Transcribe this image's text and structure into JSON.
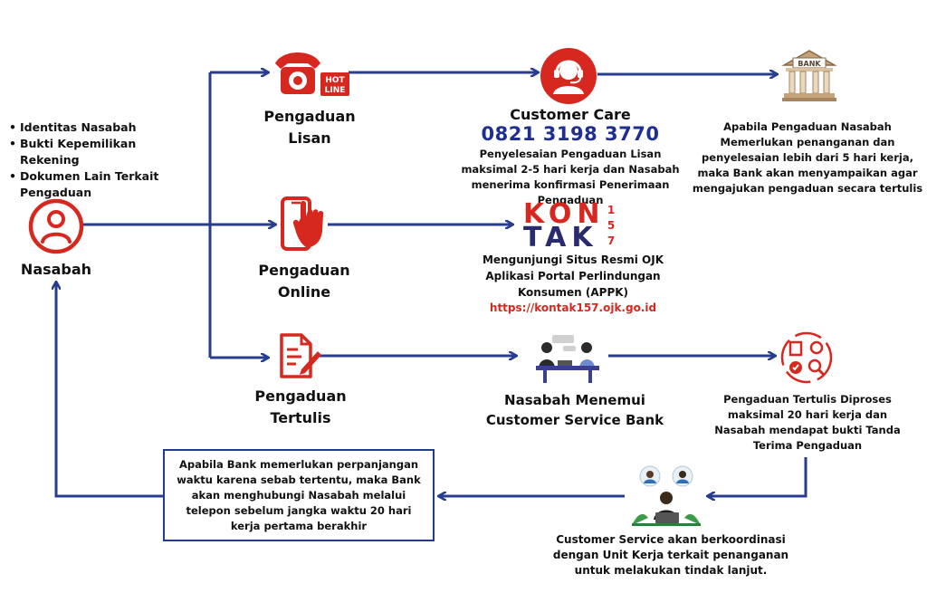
{
  "colors": {
    "arrow": "#283d8f",
    "red": "#d6281f",
    "navy": "#1f2f8f"
  },
  "bullets": [
    "Identitas  Nasabah",
    "Bukti Kepemilikan Rekening",
    "Dokumen Lain Terkait Pengaduan"
  ],
  "nasabah": {
    "label": "Nasabah",
    "icon": "user-icon"
  },
  "lisan": {
    "line1": "Pengaduan",
    "line2": "Lisan",
    "icon": "hotline-phone-icon",
    "badge_line1": "HOT",
    "badge_line2": "LINE"
  },
  "online": {
    "line1": "Pengaduan",
    "line2": "Online",
    "icon": "smartphone-touch-icon"
  },
  "tertulis": {
    "line1": "Pengaduan",
    "line2": "Tertulis",
    "icon": "document-pen-icon"
  },
  "customer_care": {
    "title": "Customer Care",
    "phone": "0821 3198 3770",
    "desc": "Penyelesaian Pengaduan Lisan maksimal 2-5 hari kerja dan Nasabah menerima konfirmasi Penerimaan Pengaduan",
    "icon": "headset-agent-icon"
  },
  "bank": {
    "icon_label": "BANK",
    "desc": "Apabila Pengaduan Nasabah Memerlukan penanganan dan penyelesaian lebih dari 5 hari kerja, maka Bank akan menyampaikan agar mengajukan pengaduan secara tertulis",
    "icon": "bank-building-icon"
  },
  "kontak": {
    "logo_row1": "KON",
    "logo_row2": "TAK",
    "logo_digits": [
      "1",
      "5",
      "7"
    ],
    "desc": "Mengunjungi Situs Resmi OJK Aplikasi Portal Perlindungan Konsumen (APPK)",
    "url": "https://kontak157.ojk.go.id"
  },
  "meet": {
    "line1": "Nasabah Menemui",
    "line2": "Customer Service Bank",
    "icon": "meeting-people-icon"
  },
  "process": {
    "desc": "Pengaduan Tertulis Diproses maksimal 20 hari kerja dan Nasabah mendapat bukti Tanda Terima Pengaduan",
    "icon": "process-gears-icon"
  },
  "cs_coord": {
    "desc": "Customer Service akan berkoordinasi dengan Unit Kerja terkait penanganan untuk melakukan tindak lanjut.",
    "icon": "call-center-team-icon"
  },
  "extension": {
    "desc": "Apabila Bank memerlukan perpanjangan waktu karena sebab tertentu, maka Bank akan menghubungi Nasabah melalui telepon sebelum jangka waktu 20 hari kerja pertama berakhir"
  }
}
